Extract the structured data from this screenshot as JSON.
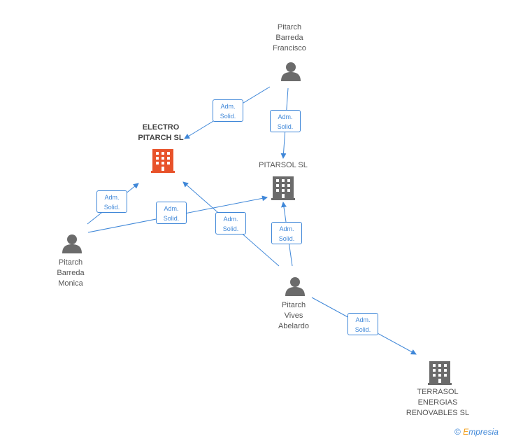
{
  "nodes": {
    "electro": {
      "label": "ELECTRO\nPITARCH SL",
      "type": "company",
      "color": "#e8522a"
    },
    "pitarsol": {
      "label": "PITARSOL SL",
      "type": "company",
      "color": "#6b6b6b"
    },
    "terrasol": {
      "label": "TERRASOL\nENERGIAS\nRENOVABLES SL",
      "type": "company",
      "color": "#6b6b6b"
    },
    "francisco": {
      "label": "Pitarch\nBarreda\nFrancisco",
      "type": "person",
      "color": "#6b6b6b"
    },
    "monica": {
      "label": "Pitarch\nBarreda\nMonica",
      "type": "person",
      "color": "#6b6b6b"
    },
    "abelardo": {
      "label": "Pitarch\nVives\nAbelardo",
      "type": "person",
      "color": "#6b6b6b"
    }
  },
  "edges": [
    {
      "line1": "Adm.",
      "line2": "Solid."
    },
    {
      "line1": "Adm.",
      "line2": "Solid."
    },
    {
      "line1": "Adm.",
      "line2": "Solid."
    },
    {
      "line1": "Adm.",
      "line2": "Solid."
    },
    {
      "line1": "Adm.",
      "line2": "Solid."
    },
    {
      "line1": "Adm.",
      "line2": "Solid."
    },
    {
      "line1": "Adm.",
      "line2": "Solid."
    }
  ],
  "colors": {
    "edge": "#3f87d8"
  },
  "brand": {
    "symbol": "©",
    "name": "mpresia",
    "initial": "E"
  }
}
